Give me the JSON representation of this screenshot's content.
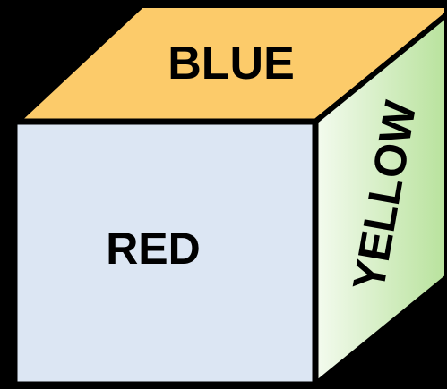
{
  "cube": {
    "top_face": {
      "label": "BLUE",
      "color": "#FCCB6A"
    },
    "front_face": {
      "label": "RED",
      "color": "#DCE6F3"
    },
    "side_face": {
      "label": "YELLOW",
      "color_light": "#F4FBEF",
      "color_dark": "#B8E29C"
    },
    "outline_color": "#000000",
    "background": "#000000"
  }
}
